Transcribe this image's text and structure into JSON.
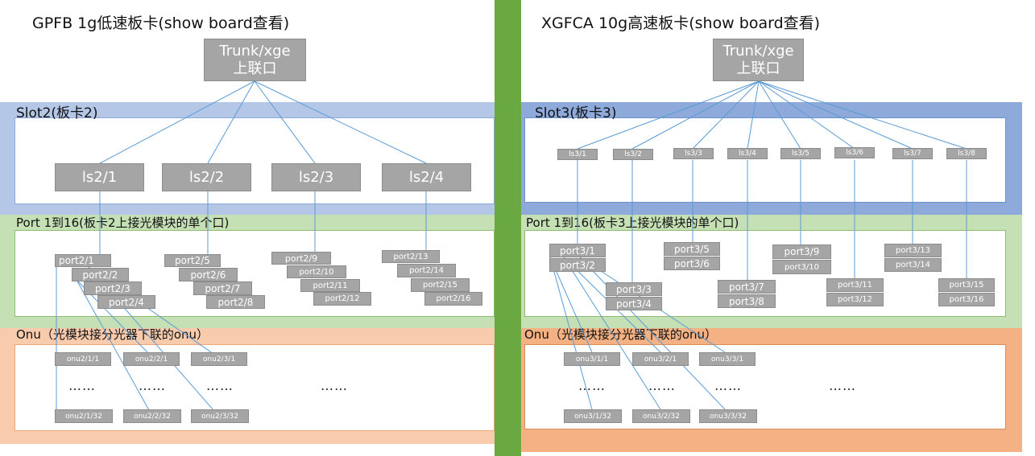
{
  "left": {
    "title": "GPFB 1g低速板卡(show board查看)",
    "trunk": [
      "Trunk/xge",
      "上联口"
    ],
    "slot_label": "Slot2(板卡2)",
    "ls": [
      "ls2/1",
      "ls2/2",
      "ls2/3",
      "ls2/4"
    ],
    "port_label": "Port 1到16(板卡2上接光模块的单个口)",
    "ports": [
      "port2/1",
      "port2/2",
      "port2/3",
      "port2/4",
      "port2/5",
      "port2/6",
      "port2/7",
      "port2/8",
      "port2/9",
      "port2/10",
      "port2/11",
      "port2/12",
      "port2/13",
      "port2/14",
      "port2/15",
      "port2/16"
    ],
    "onu_label": "Onu（光模块接分光器下联的onu）",
    "onu_top": [
      "onu2/1/1",
      "onu2/2/1",
      "onu2/3/1"
    ],
    "onu_bottom": [
      "onu2/1/32",
      "onu2/2/32",
      "onu2/3/32"
    ],
    "ellipsis": "……"
  },
  "right": {
    "title": "XGFCA 10g高速板卡(show board查看)",
    "trunk": [
      "Trunk/xge",
      "上联口"
    ],
    "slot_label": "Slot3(板卡3)",
    "ls": [
      "ls3/1",
      "ls3/2",
      "ls3/3",
      "ls3/4",
      "ls3/5",
      "ls3/6",
      "ls3/7",
      "ls3/8"
    ],
    "port_label": "Port 1到16(板卡3上接光模块的单个口)",
    "ports": [
      "port3/1",
      "port3/2",
      "port3/3",
      "port3/4",
      "port3/5",
      "port3/6",
      "port3/7",
      "port3/8",
      "port3/9",
      "port3/10",
      "port3/11",
      "port3/12",
      "port3/13",
      "port3/14",
      "port3/15",
      "port3/16"
    ],
    "onu_label": "Onu（光模块接分光器下联的onu）",
    "onu_top": [
      "onu3/1/1",
      "onu3/2/1",
      "onu3/3/1"
    ],
    "onu_bottom": [
      "onu3/1/32",
      "onu3/2/32",
      "onu3/3/32"
    ],
    "ellipsis": "……"
  },
  "colors": {
    "divider": "#6aa842",
    "slot_left": "#b4c7e7",
    "slot_right": "#8eaadb",
    "port_band": "#c5e0b4",
    "onu_left": "#f8cbad",
    "onu_right": "#f4b183",
    "node": "#a5a5a5",
    "line": "#5b9bd5"
  }
}
